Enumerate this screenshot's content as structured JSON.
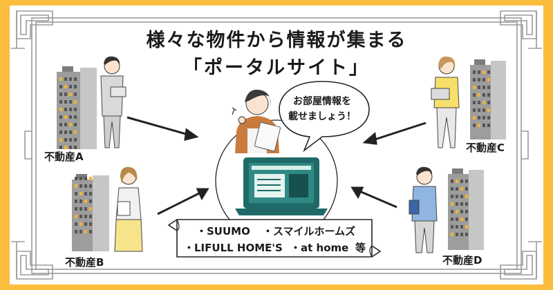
{
  "title": {
    "line1": "様々な物件から情報が集まる",
    "line2": "「ポータルサイト」"
  },
  "speech_bubble": {
    "line1": "お部屋情報を",
    "line2": "載せましょう！"
  },
  "owners": [
    {
      "label": "不動産A"
    },
    {
      "label": "不動産B"
    },
    {
      "label": "不動産C"
    },
    {
      "label": "不動産D"
    }
  ],
  "portal_sites": {
    "row1": [
      "・SUUMO",
      "・スマイルホームズ"
    ],
    "row2": [
      "・LIFULL HOME'S",
      "・at home",
      "等"
    ]
  },
  "colors": {
    "background": "#fbbd3d",
    "panel": "#ffffff",
    "frame": "#9a9a9a",
    "screen": "#1f6a68",
    "building": "#8e8e8e",
    "window_lit": "#f3b338",
    "arrow": "#222222"
  },
  "icons": [
    "laptop-icon",
    "building-icon",
    "person-icon",
    "speech-bubble-icon",
    "scroll-banner-icon"
  ]
}
